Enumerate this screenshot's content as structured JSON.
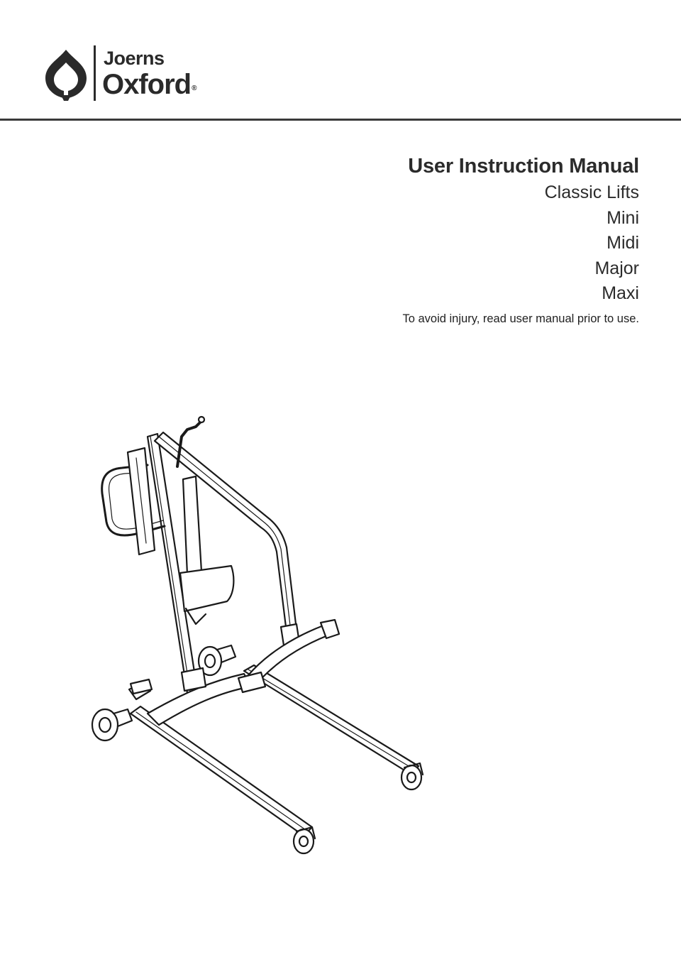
{
  "brand": {
    "name_top": "Joerns",
    "name_bottom": "Oxford",
    "registered_mark": "®",
    "mark_icon": "joerns-leaf-icon"
  },
  "header": {
    "title": "User Instruction Manual",
    "subtitle": "Classic Lifts",
    "models": [
      "Mini",
      "Midi",
      "Major",
      "Maxi"
    ],
    "warning": "To avoid injury, read user manual prior to use."
  },
  "illustration": {
    "icon": "patient-lift-drawing"
  },
  "colors": {
    "text": "#2b2b2b",
    "rule": "#3a3a3a",
    "background": "#ffffff"
  }
}
